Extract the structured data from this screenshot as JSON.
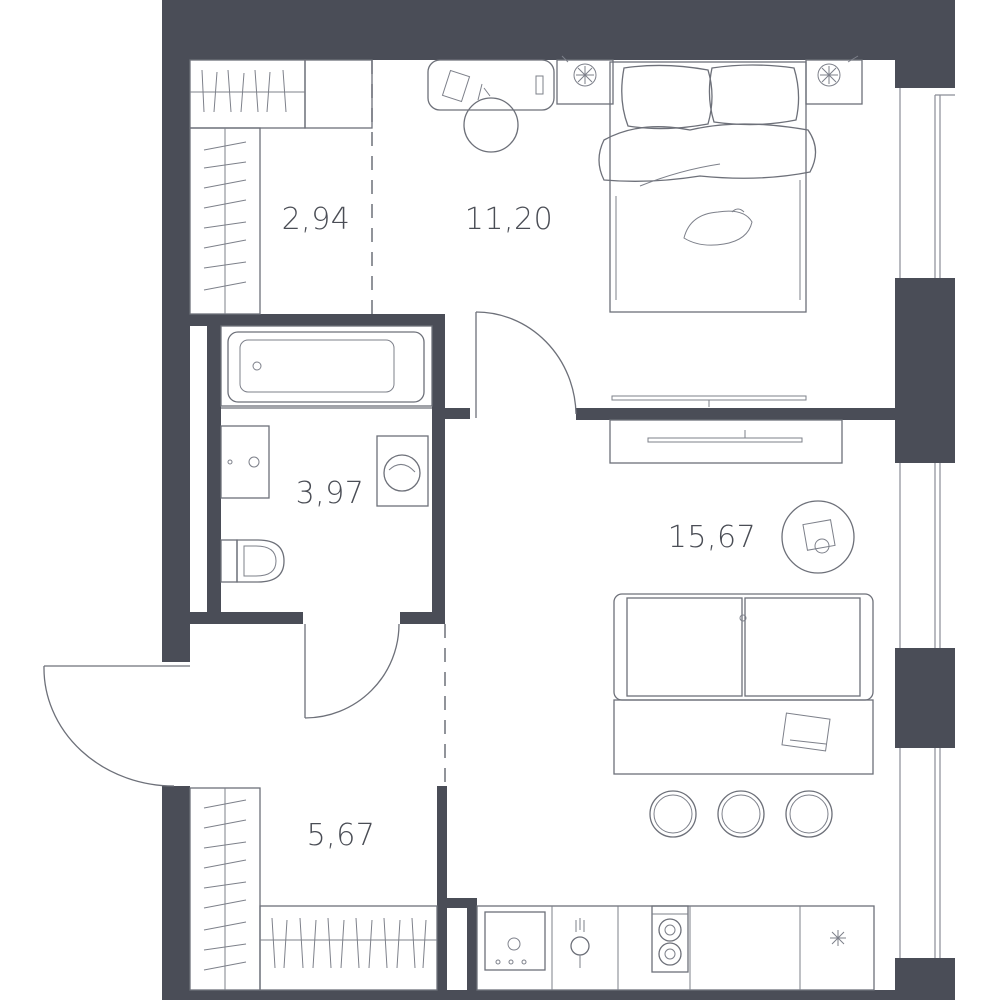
{
  "floor_plan": {
    "rooms": [
      {
        "id": "wardrobe",
        "area": "2,94"
      },
      {
        "id": "bedroom",
        "area": "11,20"
      },
      {
        "id": "bathroom",
        "area": "3,97"
      },
      {
        "id": "living-kitchen",
        "area": "15,67"
      },
      {
        "id": "hallway",
        "area": "5,67"
      }
    ],
    "colors": {
      "wall": "#4a4d57",
      "line": "#6d7079",
      "text": "#4a4d55",
      "background": "#ffffff"
    }
  }
}
